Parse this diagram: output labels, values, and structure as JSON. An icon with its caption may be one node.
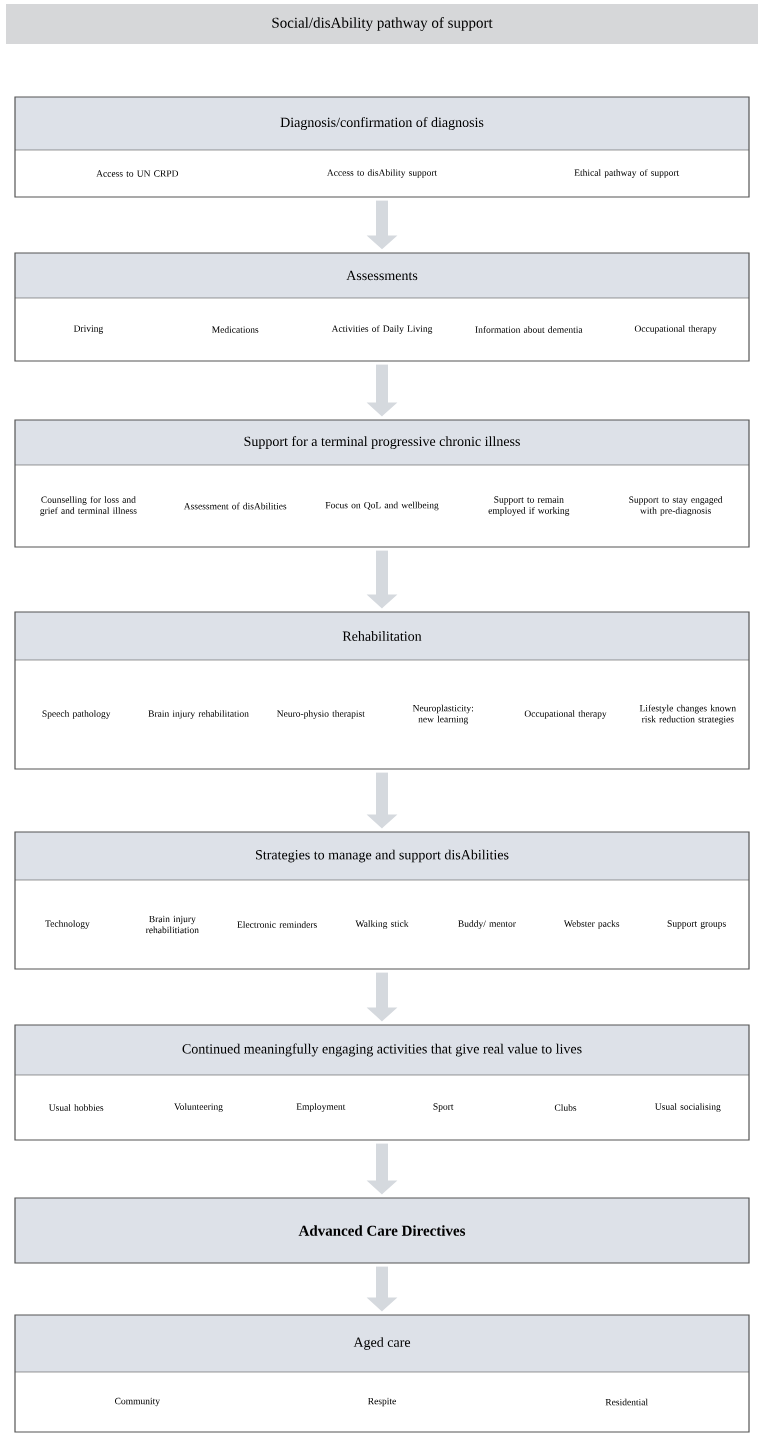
{
  "diagram": {
    "title": "Social/disAbility pathway of support",
    "nodes": [
      {
        "text": [
          "Diagnosis/confirmation of diagnosis",
          "Access to UN CRPD",
          "Access to disAbility support",
          "Ethical pathway of support"
        ]
      },
      {
        "text": [
          "Assessments",
          "Driving",
          "Medications",
          "Activities of Daily Living",
          "Information about dementia",
          "Occupational therapy"
        ]
      },
      {
        "text": [
          "Support for a terminal progressive chronic illness",
          "Counselling for loss and grief and terminal illness",
          "Assessment of disAbilities",
          "Focus on QoL and wellbeing",
          "Support to remain employed if working",
          "Support to stay engaged with pre-diagnosis"
        ]
      },
      {
        "text": [
          "Rehabilitation",
          "Speech pathology",
          "Brain injury rehabilitation",
          "Neuro-physio therapist",
          "Neuroplasticity: new learning",
          "Occupational therapy",
          "Lifestyle changes known risk reduction strategies"
        ]
      },
      {
        "text": [
          "Strategies to manage and support disAbilities",
          "Technology",
          "Brain injury rehabilitiation",
          "Electronic reminders",
          "Walking stick",
          "Buddy/ mentor",
          "Webster packs",
          "Support groups"
        ]
      },
      {
        "text": [
          "Continued meaningfully engaging activities that give real value to lives",
          "Usual hobbies",
          "Volunteering",
          "Employment",
          "Sport",
          "Clubs",
          "Usual socialising"
        ]
      },
      {
        "text": [
          "Advanced Care Directives"
        ]
      },
      {
        "text": [
          "Aged care",
          "Community",
          "Respite",
          "Residential"
        ]
      }
    ],
    "edges": [
      {
        "from": 0,
        "to": 1,
        "arrow": "to"
      },
      {
        "from": 1,
        "to": 2,
        "arrow": "to"
      },
      {
        "from": 2,
        "to": 3,
        "arrow": "to"
      },
      {
        "from": 3,
        "to": 4,
        "arrow": "to"
      },
      {
        "from": 4,
        "to": 5,
        "arrow": "to"
      },
      {
        "from": 5,
        "to": 6,
        "arrow": "to"
      },
      {
        "from": 6,
        "to": 7,
        "arrow": "to"
      }
    ]
  }
}
